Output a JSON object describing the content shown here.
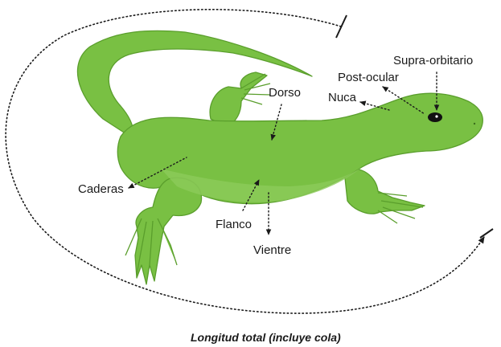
{
  "colors": {
    "body": "#79c043",
    "outline": "#5a9e2c",
    "shade": "#8ccb5a",
    "eye": "#111111"
  },
  "labels": {
    "supra_orbitario": "Supra-orbitario",
    "post_ocular": "Post-ocular",
    "nuca": "Nuca",
    "dorso": "Dorso",
    "caderas": "Caderas",
    "flanco": "Flanco",
    "vientre": "Vientre"
  },
  "caption": "Longitud total (incluye cola)"
}
